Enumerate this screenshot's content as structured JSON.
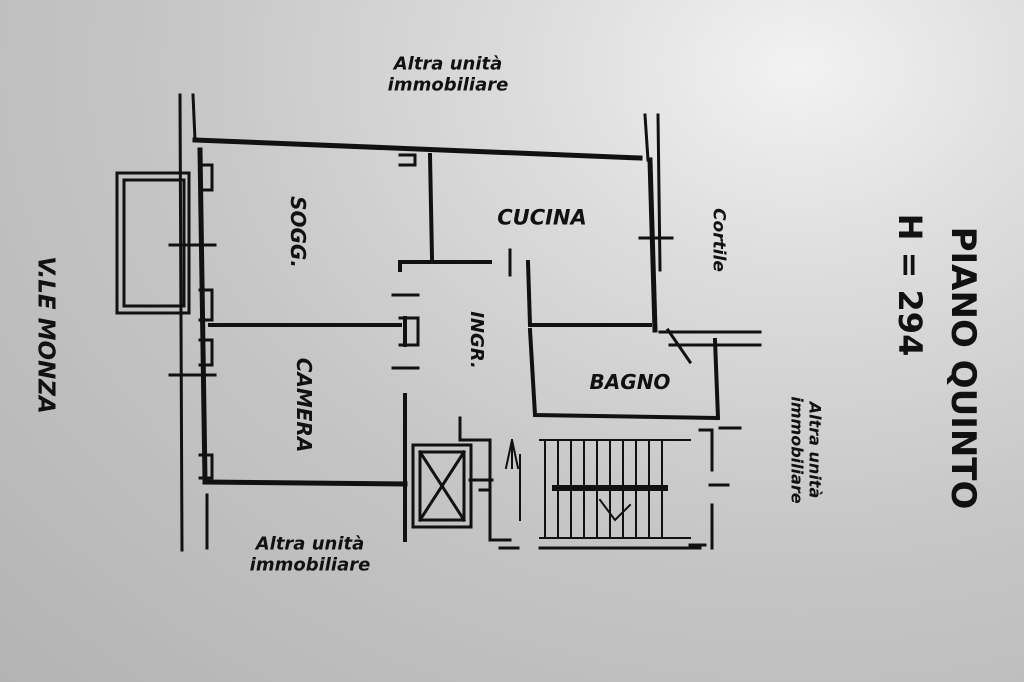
{
  "floor": {
    "title": "PIANO QUINTO",
    "height": "H = 294"
  },
  "rooms": {
    "soggiorno": "SOGG.",
    "cucina": "CUCINA",
    "camera": "CAMERA",
    "bagno": "BAGNO",
    "ingresso": "INGR."
  },
  "surroundings": {
    "street": "V.LE MONZA",
    "courtyard": "Cortile",
    "neighbor_top_line1": "Altra unità",
    "neighbor_top_line2": "immobiliare",
    "neighbor_bottom_line1": "Altra unità",
    "neighbor_bottom_line2": "immobiliare",
    "neighbor_right_line1": "Altra unità",
    "neighbor_right_line2": "immobiliare"
  },
  "colors": {
    "ink": "#111111",
    "paper": "#c9c9c9"
  }
}
